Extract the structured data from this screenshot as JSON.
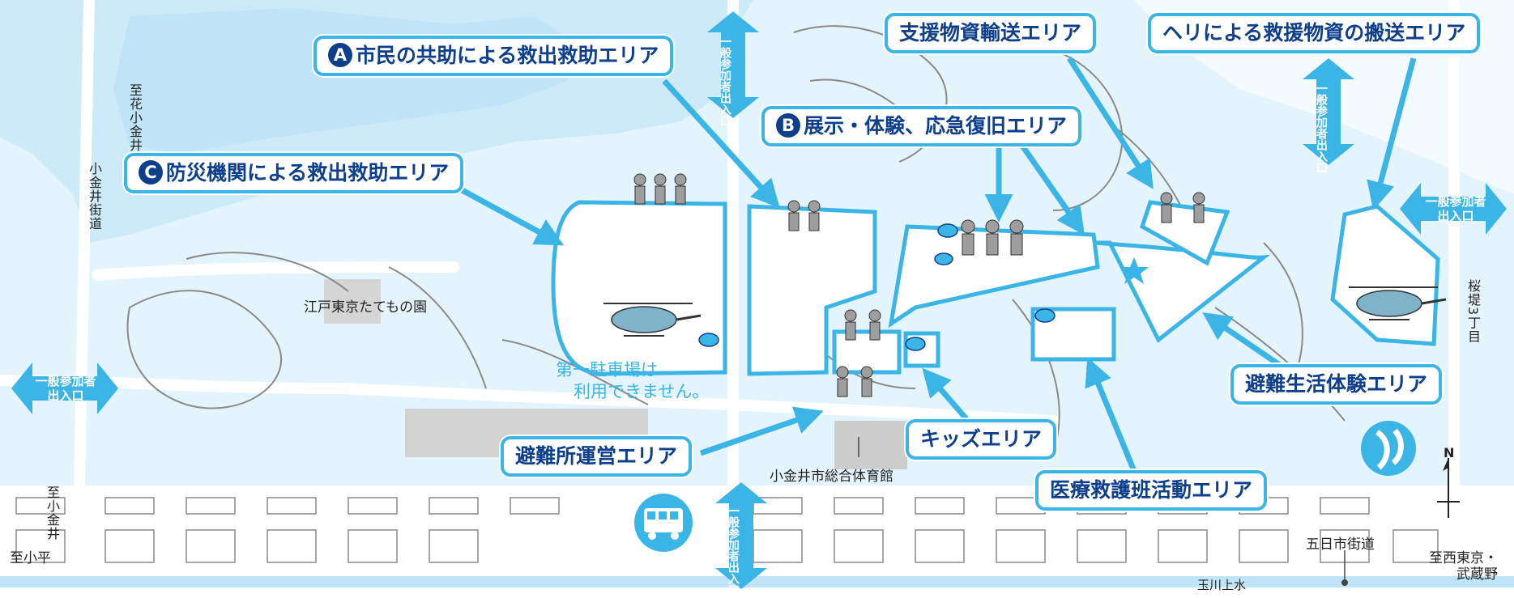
{
  "areas": {
    "a": {
      "badge": "A",
      "label": "市民の共助による救出救助エリア"
    },
    "b": {
      "badge": "B",
      "label": "展示・体験、応急復旧エリア"
    },
    "c": {
      "badge": "C",
      "label": "防災機関による救出救助エリア"
    },
    "supplies": {
      "label": "支援物資輸送エリア"
    },
    "heli": {
      "label": "ヘリによる救援物資の搬送エリア"
    },
    "evac_life": {
      "label": "避難生活体験エリア"
    },
    "kids": {
      "label": "キッズエリア"
    },
    "shelter": {
      "label": "避難所運営エリア"
    },
    "medical": {
      "label": "医療救護班活動エリア"
    }
  },
  "entrance": {
    "line1": "一般参加者",
    "line2": "出入口",
    "vertical": "一般参加者出入口"
  },
  "places": {
    "tatemono": "江戸東京たてもの園",
    "gym": "小金井市総合体育館",
    "parking_line1": "第一駐車場は",
    "parking_line2": "利用できません。",
    "itsukaichi": "五日市街道",
    "tamagawa": "玉川上水",
    "koganei_kaido": "小金井街道",
    "sakurazutsumi": "桜堤3丁目"
  },
  "directions": {
    "hanakoganei": "至花小金井",
    "koganei": "至小金井",
    "kodaira": "至小平",
    "nishitokyo_line1": "至西東京・",
    "nishitokyo_line2": "武蔵野"
  },
  "compass": {
    "north": "N"
  },
  "colors": {
    "accent": "#3bb4e6",
    "navy": "#0d3f8c",
    "water": "#cdeaf8",
    "park": "#e4f4fc",
    "road": "#ffffff",
    "building": "#c9c9c9"
  }
}
